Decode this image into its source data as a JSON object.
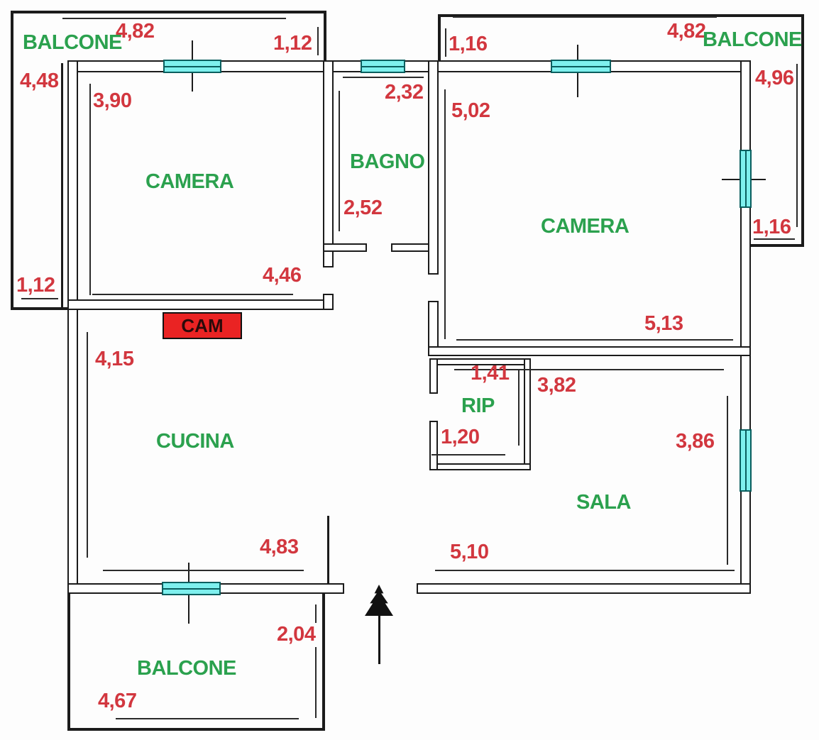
{
  "colors": {
    "dimension_red": "#d2373f",
    "room_green": "#2ba14e",
    "window_cyan": "#7ef0ee",
    "cam_box_red": "#ea2323",
    "wall_black": "#1b1b1b"
  },
  "rooms": {
    "balcone_top_left": "BALCONE",
    "balcone_top_right": "BALCONE",
    "balcone_bottom": "BALCONE",
    "camera_left": "CAMERA",
    "camera_right": "CAMERA",
    "bagno": "BAGNO",
    "cucina": "CUCINA",
    "rip": "RIP",
    "sala": "SALA",
    "cam_box": "CAM"
  },
  "dimensions": {
    "balcone_tl_width": "4,82",
    "balcone_tl_door": "1,12",
    "balcone_tl_height": "4,48",
    "balcone_tl_end": "1,12",
    "balcone_tr_door": "1,16",
    "balcone_tr_width": "4,82",
    "balcone_tr_height": "4,96",
    "balcone_tr_end": "1,16",
    "camera_left_height": "3,90",
    "camera_left_width": "4,46",
    "bagno_width": "2,32",
    "bagno_height": "2,52",
    "camera_right_height": "5,02",
    "camera_right_width": "5,13",
    "cucina_height": "4,15",
    "cucina_width": "4,83",
    "rip_height": "1,41",
    "rip_width": "1,20",
    "sala_top_width": "3,82",
    "sala_height": "3,86",
    "sala_width": "5,10",
    "balcone_bottom_height": "2,04",
    "balcone_bottom_width": "4,67"
  }
}
